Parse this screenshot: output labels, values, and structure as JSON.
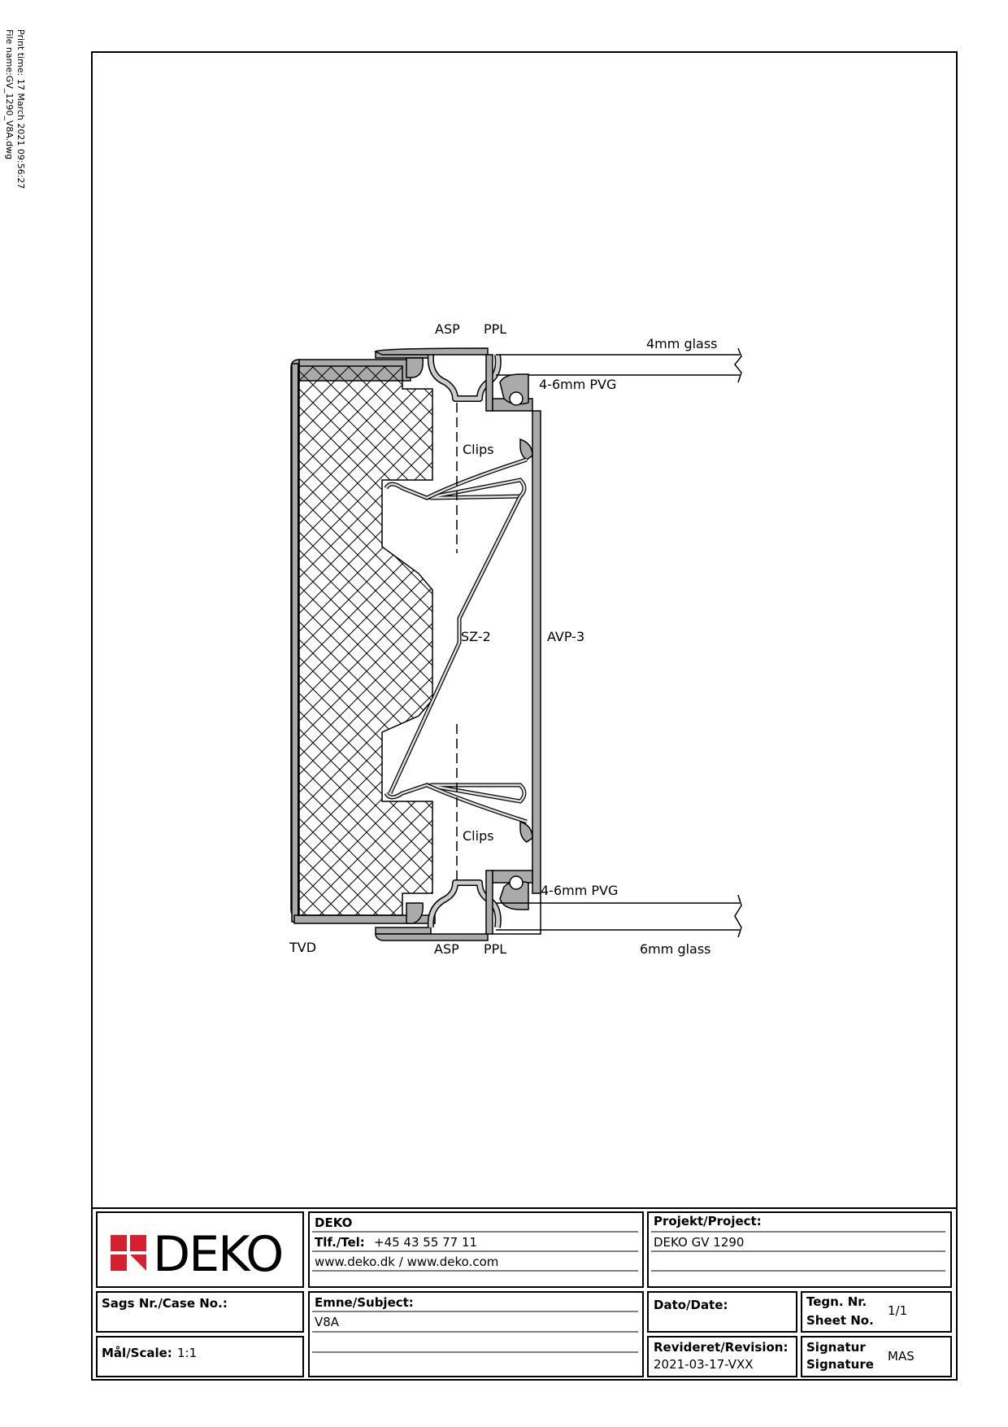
{
  "print_info": {
    "print_time": "Print time: 17 March 2021 09:56:27",
    "file_name": "File name:GV_1290_V8A.dwg"
  },
  "labels": {
    "asp_top": "ASP",
    "ppl_top": "PPL",
    "glass_top": "4mm glass",
    "pvg_top": "4-6mm PVG",
    "clips_top": "Clips",
    "sz2": "SZ-2",
    "avp3": "AVP-3",
    "clips_bottom": "Clips",
    "pvg_bottom": "4-6mm PVG",
    "tvd": "TVD",
    "asp_bottom": "ASP",
    "ppl_bottom": "PPL",
    "glass_bottom": "6mm glass"
  },
  "title_block": {
    "logo_text": "DEKO",
    "brand_color": "#d4202f",
    "company": "DEKO",
    "tel_label": "Tlf./Tel:",
    "tel_value": "+45 43 55 77 11",
    "web": "www.deko.dk / www.deko.com",
    "project_label": "Projekt/Project:",
    "project_value": "DEKO GV 1290",
    "case_label": "Sags Nr./Case No.:",
    "subject_label": "Emne/Subject:",
    "subject_value": "V8A",
    "date_label": "Dato/Date:",
    "sheet_label_1": "Tegn. Nr.",
    "sheet_label_2": "Sheet No.",
    "sheet_value": "1/1",
    "scale_label": "Mål/Scale:",
    "scale_value": "1:1",
    "revision_label": "Revideret/Revision:",
    "revision_value": "2021-03-17-VXX",
    "signature_label_1": "Signatur",
    "signature_label_2": "Signature",
    "signature_value": "MAS"
  }
}
